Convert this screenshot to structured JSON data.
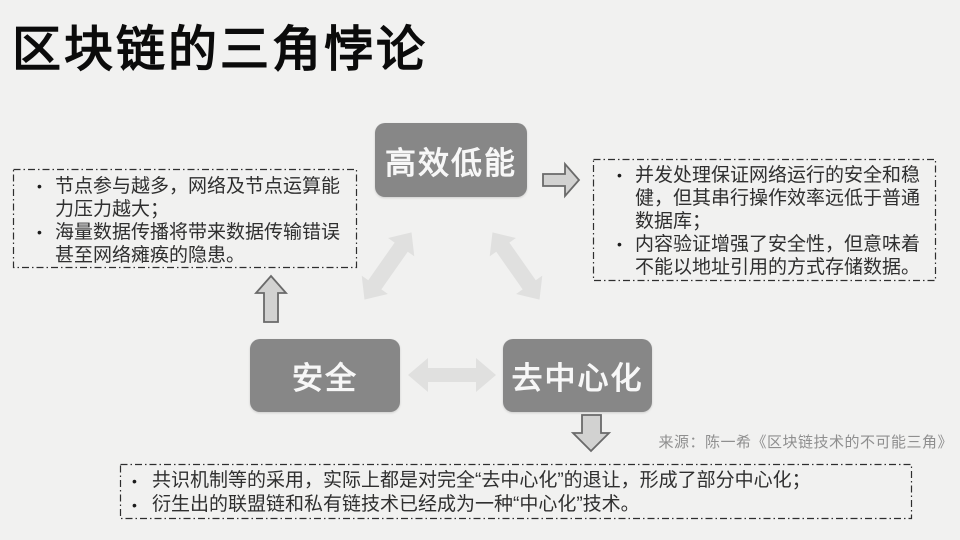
{
  "slide": {
    "title": "区块链的三角悖论",
    "source": "来源：陈一希《区块链技术的不可能三角》"
  },
  "bullet_glyph": "•",
  "nodes": {
    "efficiency": {
      "label": "高效低能"
    },
    "security": {
      "label": "安全"
    },
    "decentralization": {
      "label": "去中心化"
    }
  },
  "notes": {
    "left": {
      "bullets": [
        "节点参与越多，网络及节点运算能力压力越大；",
        "海量数据传播将带来数据传输错误甚至网络瘫痪的隐患。"
      ]
    },
    "right": {
      "bullets": [
        "并发处理保证网络运行的安全和稳健，但其串行操作效率远低于普通数据库；",
        "内容验证增强了安全性，但意味着不能以地址引用的方式存储数据。"
      ]
    },
    "bottom": {
      "bullets": [
        "共识机制等的采用，实际上都是对完全“去中心化”的退让，形成了部分中心化；",
        "衍生出的联盟链和私有链技术已经成为一种“中心化”技术。"
      ]
    }
  },
  "colors": {
    "background": "#f1f1f0",
    "node_fill": "#878787",
    "node_text": "#f7f7f7",
    "double_arrow": "#e0e0df",
    "block_arrow_fill": "#d2d2d1",
    "block_arrow_stroke": "#6a6a6a",
    "dashed_border": "#2e2e2e",
    "note_text": "#2f2f2f",
    "title_text": "#0b0b0b",
    "source_text": "#8f8f8f"
  }
}
